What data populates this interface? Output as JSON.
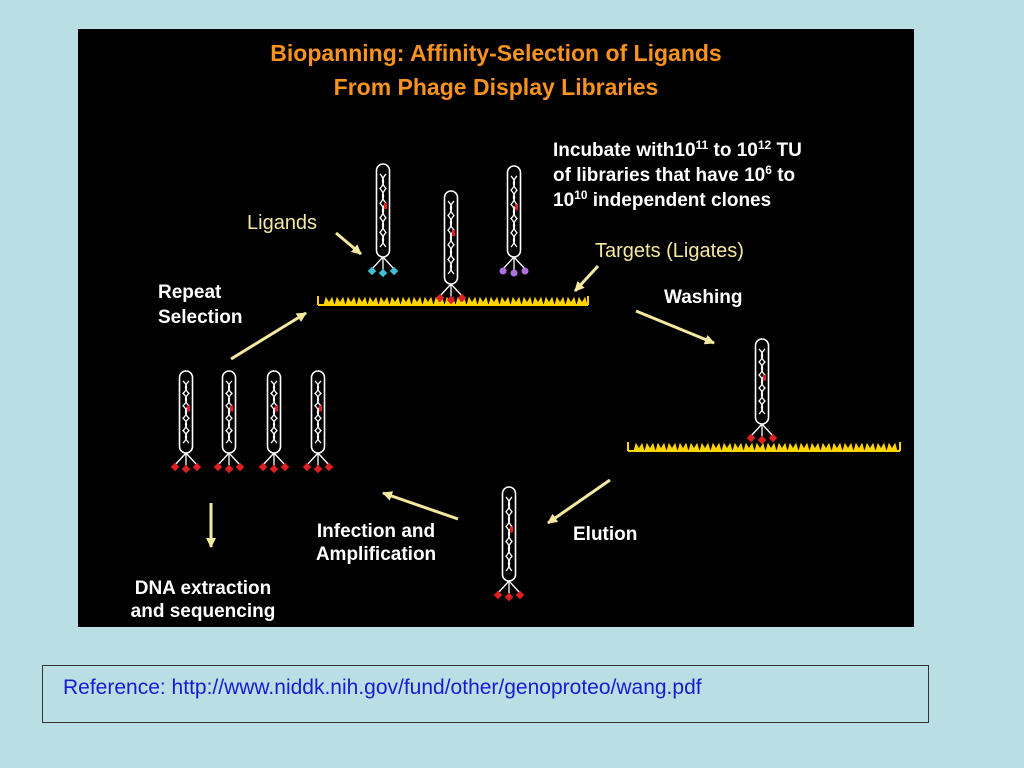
{
  "title": {
    "line1": "Biopanning: Affinity-Selection of Ligands",
    "line2": "From Phage Display Libraries"
  },
  "incubate": {
    "l1_a": "Incubate with10",
    "l1_sup1": "11",
    "l1_b": " to 10",
    "l1_sup2": "12",
    "l1_c": " TU",
    "l2_a": "of libraries that have 10",
    "l2_sup": "6",
    "l2_b": " to",
    "l3_a": "10",
    "l3_sup": "10",
    "l3_b": " independent clones"
  },
  "labels": {
    "ligands": "Ligands",
    "targets": "Targets (Ligates)",
    "repeat_line1": "Repeat",
    "repeat_line2": "Selection",
    "washing": "Washing",
    "elution": "Elution",
    "infection_line1": "Infection and",
    "infection_line2": "Amplification",
    "dna_line1": "DNA extraction",
    "dna_line2": "and sequencing"
  },
  "reference": "Reference: http://www.niddk.nih.gov/fund/other/genoproteo/wang.pdf",
  "colors": {
    "title": "#f7931e",
    "highlight_label": "#f5e9a0",
    "arrow": "#f5e9a0",
    "target_surface": "#ffd400",
    "ligand_red": "#e02020",
    "ligand_cyan": "#40c0d0",
    "ligand_purple": "#b070e0",
    "reference_text": "#1a1ad0",
    "slide_background": "#b9dfe4",
    "panel_background": "#000000"
  }
}
